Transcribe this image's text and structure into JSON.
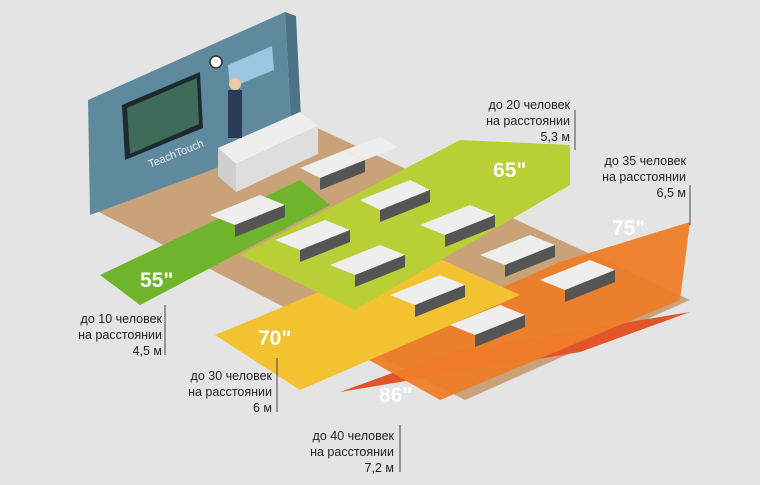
{
  "brand": "TeachTouch",
  "colors": {
    "zone_55": "#6fb52c",
    "zone_65": "#b9cf35",
    "zone_70": "#f2c230",
    "zone_75": "#ee7d27",
    "zone_86": "#e2542a",
    "wall": "#5f8a9e",
    "floor": "#c9a27a"
  },
  "zones": [
    {
      "id": "55",
      "size": "55\"",
      "line1": "до 10 человек",
      "line2": "на расстоянии",
      "line3": "4,5 м"
    },
    {
      "id": "65",
      "size": "65\"",
      "line1": "до 20 человек",
      "line2": "на расстоянии",
      "line3": "5,3 м"
    },
    {
      "id": "70",
      "size": "70\"",
      "line1": "до 30 человек",
      "line2": "на расстоянии",
      "line3": "6 м"
    },
    {
      "id": "75",
      "size": "75\"",
      "line1": "до 35 человек",
      "line2": "на расстоянии",
      "line3": "6,5 м"
    },
    {
      "id": "86",
      "size": "86\"",
      "line1": "до 40 человек",
      "line2": "на расстоянии",
      "line3": "7,2 м"
    }
  ]
}
